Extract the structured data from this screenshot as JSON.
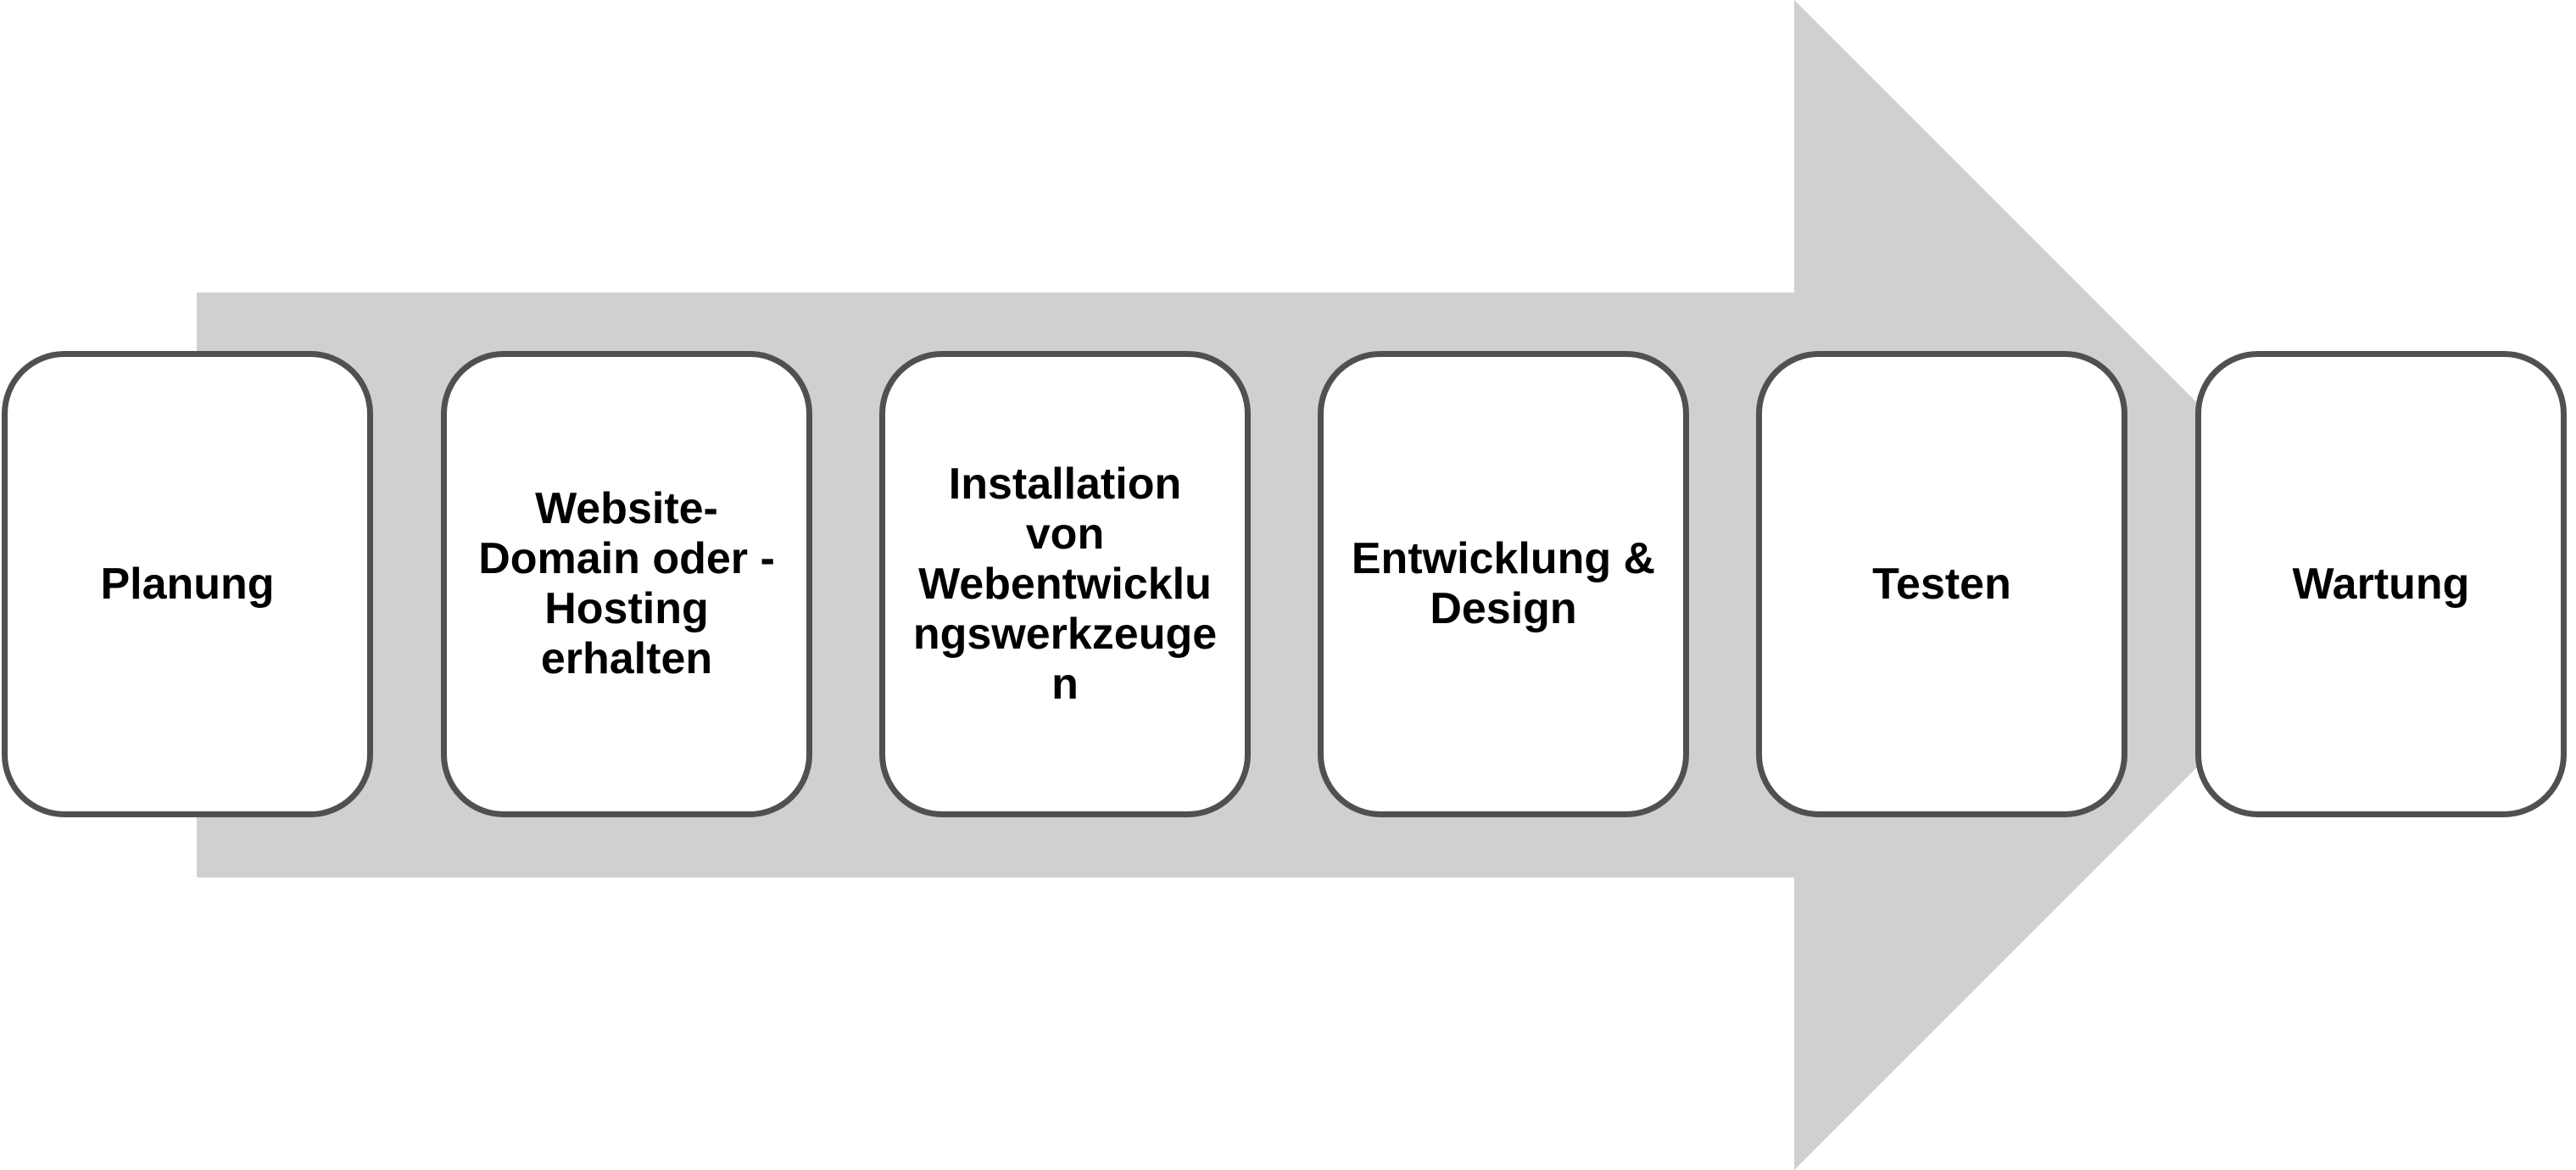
{
  "colors": {
    "arrow_fill": "#d0d0d0",
    "box_border": "#505050",
    "box_fill": "#ffffff",
    "text": "#000000"
  },
  "steps": [
    {
      "label": "Planung"
    },
    {
      "label": "Website-Domain oder -Hosting erhalten"
    },
    {
      "label": "Installation von Webentwicklungswerkzeugen"
    },
    {
      "label": "Entwicklung & Design"
    },
    {
      "label": "Testen"
    },
    {
      "label": "Wartung"
    }
  ]
}
